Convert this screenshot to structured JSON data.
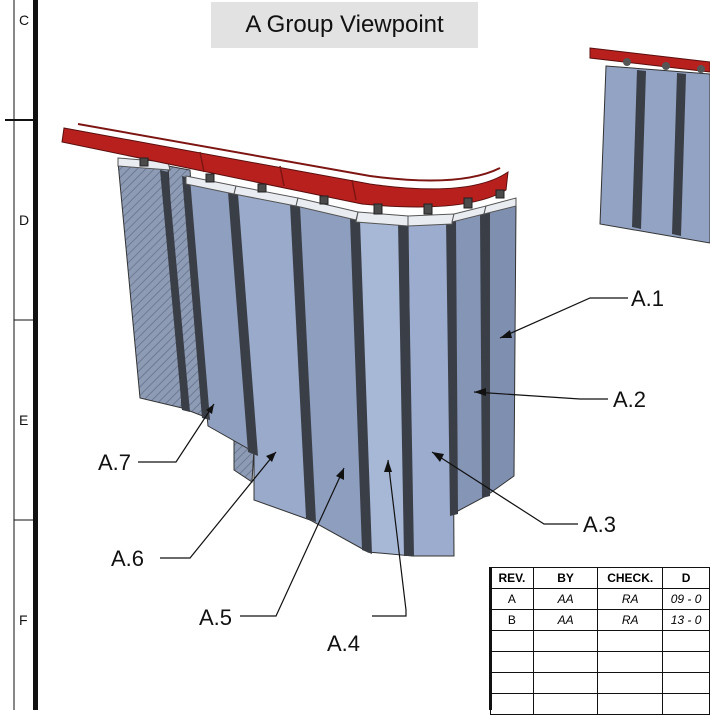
{
  "title": "A Group Viewpoint",
  "zone_labels": [
    "C",
    "D",
    "E",
    "F"
  ],
  "callouts": [
    "A.1",
    "A.2",
    "A.3",
    "A.4",
    "A.5",
    "A.6",
    "A.7"
  ],
  "revision_table": {
    "headers": [
      "REV.",
      "BY",
      "CHECK.",
      "D"
    ],
    "rows": [
      [
        "A",
        "AA",
        "RA",
        "09 - 0"
      ],
      [
        "B",
        "AA",
        "RA",
        "13 - 0"
      ],
      [
        "",
        "",
        "",
        ""
      ],
      [
        "",
        "",
        "",
        ""
      ],
      [
        "",
        "",
        "",
        ""
      ],
      [
        "",
        "",
        "",
        ""
      ]
    ]
  },
  "colors": {
    "rail": "#b8201e",
    "rail_dark": "#7d1512",
    "panel": "#93a3c4",
    "panel_light": "#a8b8d6",
    "panel_dark": "#7e8fb0",
    "mullion": "#3a3e46",
    "title_bg": "#e2e2e2"
  }
}
